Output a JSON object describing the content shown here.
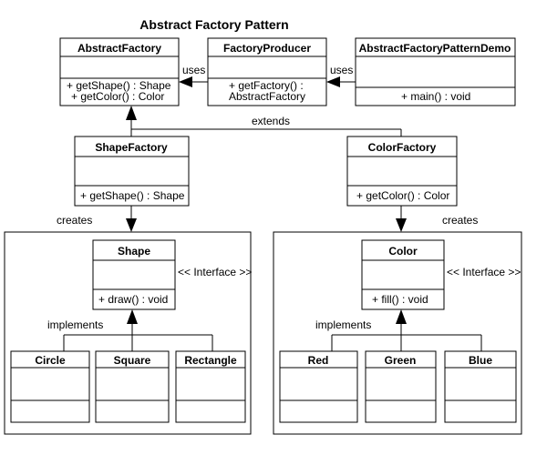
{
  "title": "Abstract Factory Pattern",
  "classes": {
    "abstract_factory": {
      "name": "AbstractFactory",
      "methods": [
        "+ getShape() : Shape",
        "+ getColor() : Color"
      ]
    },
    "factory_producer": {
      "name": "FactoryProducer",
      "methods": [
        "+ getFactory() :",
        "AbstractFactory"
      ]
    },
    "demo": {
      "name": "AbstractFactoryPatternDemo",
      "methods": [
        "+ main() : void"
      ]
    },
    "shape_factory": {
      "name": "ShapeFactory",
      "methods": [
        "+ getShape() : Shape"
      ]
    },
    "color_factory": {
      "name": "ColorFactory",
      "methods": [
        "+ getColor() : Color"
      ]
    },
    "shape": {
      "name": "Shape",
      "methods": [
        "+ draw() : void"
      ],
      "stereotype": "<< Interface >>"
    },
    "color": {
      "name": "Color",
      "methods": [
        "+ fill() : void"
      ],
      "stereotype": "<< Interface >>"
    },
    "circle": {
      "name": "Circle"
    },
    "square": {
      "name": "Square"
    },
    "rectangle": {
      "name": "Rectangle"
    },
    "red": {
      "name": "Red"
    },
    "green": {
      "name": "Green"
    },
    "blue": {
      "name": "Blue"
    }
  },
  "relations": {
    "uses_left": "uses",
    "uses_right": "uses",
    "extends": "extends",
    "creates_left": "creates",
    "creates_right": "creates",
    "implements_left": "implements",
    "implements_right": "implements"
  }
}
